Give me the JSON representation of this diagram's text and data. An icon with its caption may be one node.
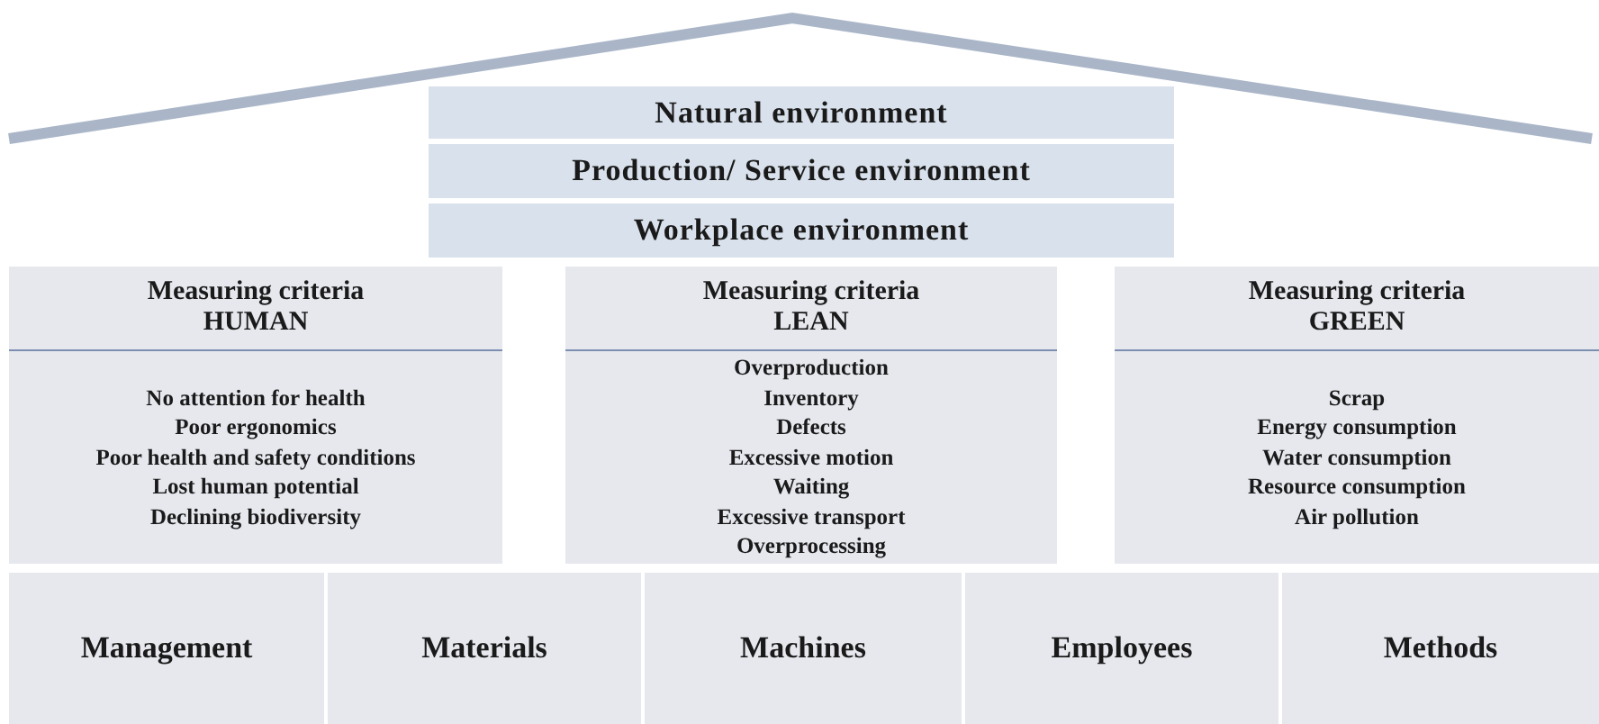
{
  "diagram": {
    "nodes": [
      {
        "text": [
          "Natural environment"
        ]
      },
      {
        "text": [
          "Production/ Service environment"
        ]
      },
      {
        "text": [
          "Workplace environment"
        ]
      },
      {
        "text": [
          "Measuring criteria HUMAN",
          "No attention for health",
          "Poor ergonomics",
          "Poor health and safety conditions",
          "Lost human potential",
          "Declining biodiversity"
        ]
      },
      {
        "text": [
          "Measuring criteria LEAN",
          "Overproduction",
          "Inventory",
          "Defects",
          "Excessive motion",
          "Waiting",
          "Excessive transport",
          "Overprocessing"
        ]
      },
      {
        "text": [
          "Measuring criteria GREEN",
          "Scrap",
          "Energy consumption",
          "Water consumption",
          "Resource consumption",
          "Air pollution"
        ]
      },
      {
        "text": [
          "Management"
        ]
      },
      {
        "text": [
          "Materials"
        ]
      },
      {
        "text": [
          "Machines"
        ]
      },
      {
        "text": [
          "Employees"
        ]
      },
      {
        "text": [
          "Methods"
        ]
      }
    ]
  }
}
